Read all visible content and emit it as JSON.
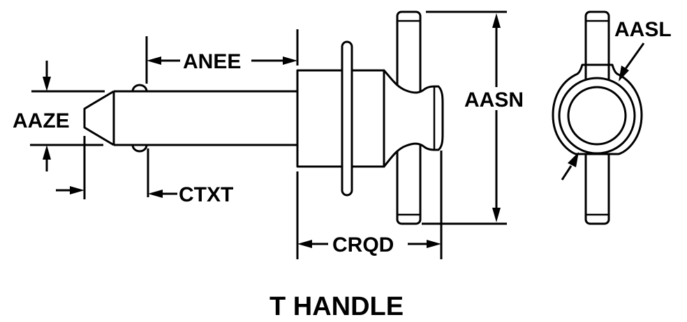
{
  "title": "T HANDLE",
  "colors": {
    "line": "#000000",
    "background": "#ffffff"
  },
  "dimensions": {
    "aaze": "AAZE",
    "anee": "ANEE",
    "ctxt": "CTXT",
    "crqd": "CRQD",
    "aasn": "AASN",
    "aasl": "AASL"
  },
  "views": [
    "side-view",
    "end-view"
  ]
}
